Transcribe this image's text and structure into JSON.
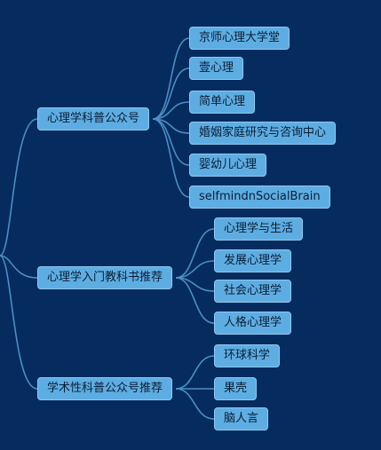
{
  "mindmap": {
    "branches": [
      {
        "label": "心理学科普公众号",
        "children": [
          "京师心理大学堂",
          "壹心理",
          "简单心理",
          "婚姻家庭研究与咨询中心",
          "婴幼儿心理",
          "selfmindnSocialBrain"
        ]
      },
      {
        "label": "心理学入门教科书推荐",
        "children": [
          "心理学与生活",
          "发展心理学",
          "社会心理学",
          "人格心理学"
        ]
      },
      {
        "label": "学术性科普公众号推荐",
        "children": [
          "环球科学",
          "果壳",
          "脑人言"
        ]
      }
    ]
  },
  "colors": {
    "background": "#062b5e",
    "node_fill": "#5dade2",
    "link": "#4a8fc4"
  }
}
